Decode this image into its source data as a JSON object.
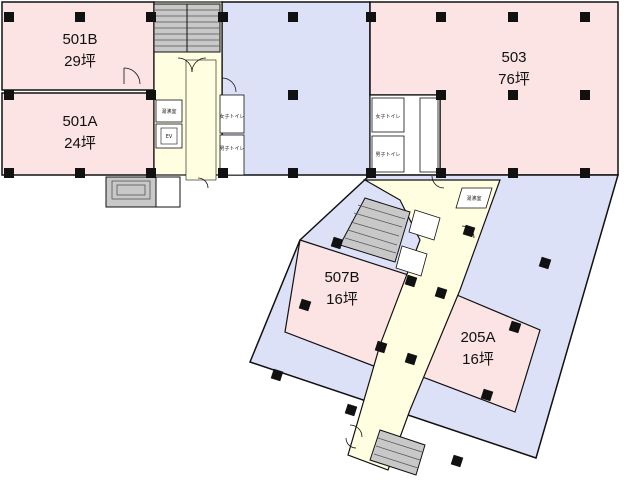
{
  "colors": {
    "pink": "#fce3e4",
    "blue": "#dde1f7",
    "core": "#fffee0",
    "wall": "#111111",
    "column": "#111111",
    "stair": "#c8c8c8"
  },
  "units": [
    {
      "id": "501b",
      "name": "501B",
      "area": "29坪",
      "color": "pink"
    },
    {
      "id": "501a",
      "name": "501A",
      "area": "24坪",
      "color": "pink"
    },
    {
      "id": "503",
      "name": "503",
      "area": "76坪",
      "color": "pink"
    },
    {
      "id": "507b",
      "name": "507B",
      "area": "16坪",
      "color": "pink"
    },
    {
      "id": "205a",
      "name": "205A",
      "area": "16坪",
      "color": "pink"
    }
  ],
  "rooms": {
    "storage_a": "湯沸室",
    "storage_b": "湯沸室",
    "toilet_w_left": "女子トイレ",
    "toilet_m_left": "男子トイレ",
    "toilet_w_right": "女子トイレ",
    "toilet_m_right": "男子トイレ",
    "elevator": "EV"
  }
}
